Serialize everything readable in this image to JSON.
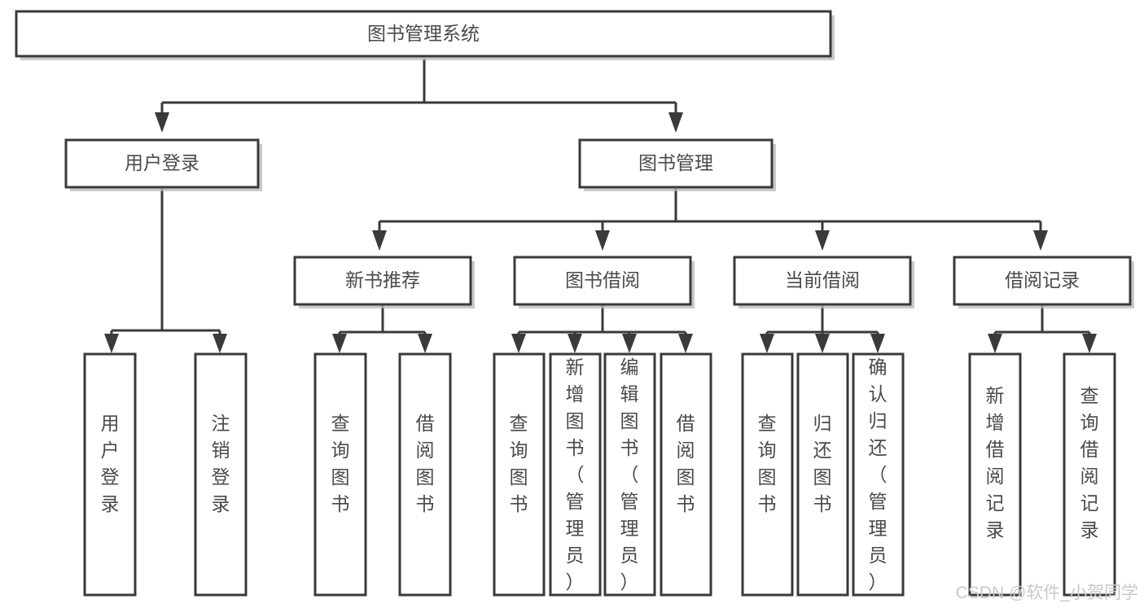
{
  "diagram": {
    "type": "tree-hierarchy-chart",
    "title_node": "图书管理系统",
    "orientation": "top-down",
    "colors": {
      "box_fill": "#ffffff",
      "box_stroke": "#3a3a3a",
      "text": "#4a4a4a",
      "shadow": "#b8b8b8",
      "watermark": "#c9c9c9",
      "background": "#ffffff"
    },
    "levels": {
      "level1": [
        "图书管理系统"
      ],
      "level2": [
        "用户登录",
        "图书管理"
      ],
      "level3": [
        "新书推荐",
        "图书借阅",
        "当前借阅",
        "借阅记录"
      ],
      "level4": [
        "用户登录",
        "注销登录",
        "查询图书",
        "借阅图书",
        "查询图书",
        "新增图书（管理员）",
        "编辑图书（管理员）",
        "借阅图书",
        "查询图书",
        "归还图书",
        "确认归还（管理员）",
        "新增借阅记录",
        "查询借阅记录"
      ]
    },
    "nodes": {
      "root": {
        "label": "图书管理系统"
      },
      "user_login": {
        "label": "用户登录"
      },
      "book_mgmt": {
        "label": "图书管理"
      },
      "new_book_rec": {
        "label": "新书推荐"
      },
      "book_borrow": {
        "label": "图书借阅"
      },
      "current_borrow": {
        "label": "当前借阅"
      },
      "borrow_record": {
        "label": "借阅记录"
      },
      "leaf_user_login": {
        "label": "用户登录"
      },
      "leaf_logout": {
        "label": "注销登录"
      },
      "leaf_query_book_a": {
        "label": "查询图书"
      },
      "leaf_borrow_book_a": {
        "label": "借阅图书"
      },
      "leaf_query_book_b": {
        "label": "查询图书"
      },
      "leaf_add_book_admin": {
        "label": "新增图书（管理员）"
      },
      "leaf_edit_book_admin": {
        "label": "编辑图书（管理员）"
      },
      "leaf_borrow_book_b": {
        "label": "借阅图书"
      },
      "leaf_query_book_c": {
        "label": "查询图书"
      },
      "leaf_return_book": {
        "label": "归还图书"
      },
      "leaf_confirm_return_admin": {
        "label": "确认归还（管理员）"
      },
      "leaf_add_record": {
        "label": "新增借阅记录"
      },
      "leaf_query_record": {
        "label": "查询借阅记录"
      }
    },
    "edges": [
      {
        "from": "图书管理系统",
        "to": "用户登录"
      },
      {
        "from": "图书管理系统",
        "to": "图书管理"
      },
      {
        "from": "用户登录",
        "to": "用户登录"
      },
      {
        "from": "用户登录",
        "to": "注销登录"
      },
      {
        "from": "图书管理",
        "to": "新书推荐"
      },
      {
        "from": "图书管理",
        "to": "图书借阅"
      },
      {
        "from": "图书管理",
        "to": "当前借阅"
      },
      {
        "from": "图书管理",
        "to": "借阅记录"
      },
      {
        "from": "新书推荐",
        "to": "查询图书"
      },
      {
        "from": "新书推荐",
        "to": "借阅图书"
      },
      {
        "from": "图书借阅",
        "to": "查询图书"
      },
      {
        "from": "图书借阅",
        "to": "新增图书（管理员）"
      },
      {
        "from": "图书借阅",
        "to": "编辑图书（管理员）"
      },
      {
        "from": "图书借阅",
        "to": "借阅图书"
      },
      {
        "from": "当前借阅",
        "to": "查询图书"
      },
      {
        "from": "当前借阅",
        "to": "归还图书"
      },
      {
        "from": "当前借阅",
        "to": "确认归还（管理员）"
      },
      {
        "from": "借阅记录",
        "to": "新增借阅记录"
      },
      {
        "from": "借阅记录",
        "to": "查询借阅记录"
      }
    ]
  },
  "watermark": {
    "text": "CSDN @软件_小贺同学"
  }
}
